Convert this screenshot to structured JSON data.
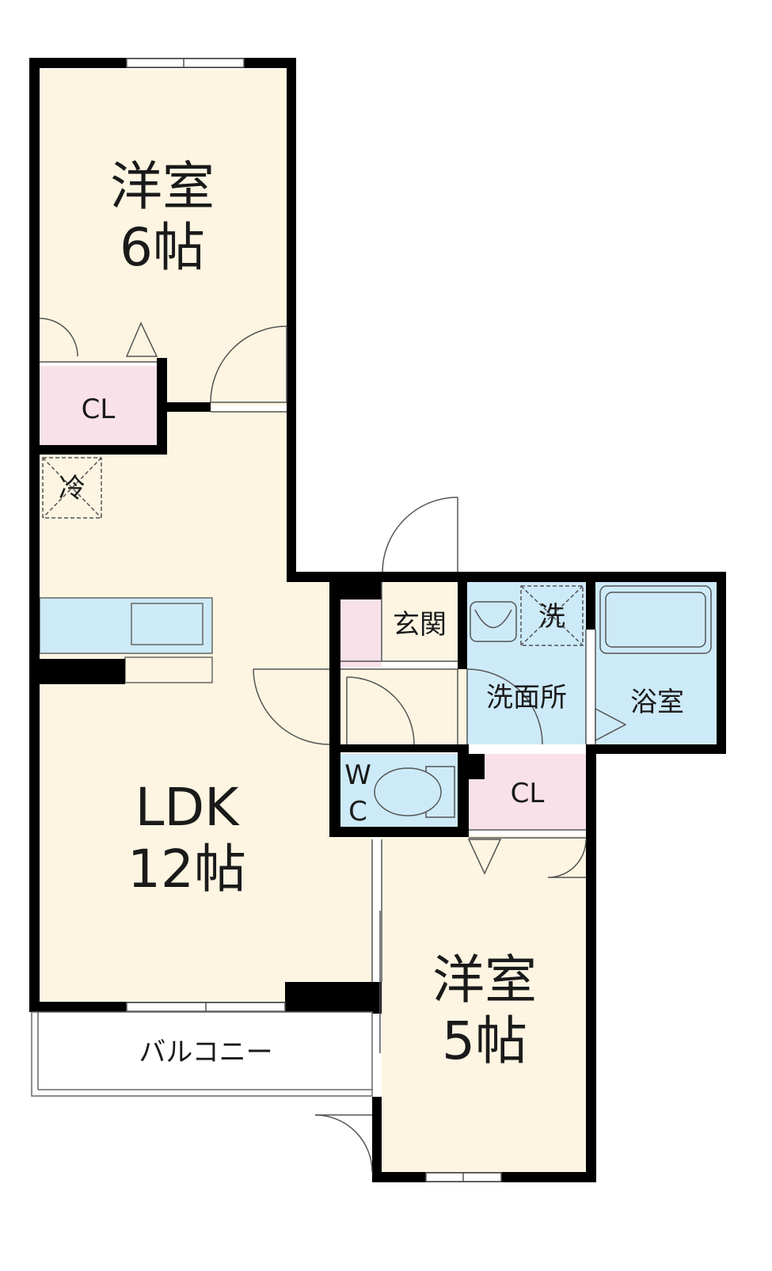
{
  "floor_plan": {
    "rooms": {
      "western_room_6": {
        "name": "洋室",
        "size": "6帖"
      },
      "closet_upper": {
        "name": "CL"
      },
      "fridge": {
        "name": "冷"
      },
      "ldk": {
        "name": "LDK",
        "size": "12帖"
      },
      "entrance": {
        "name": "玄関"
      },
      "washing_machine": {
        "name": "洗"
      },
      "washroom": {
        "name": "洗面所"
      },
      "bathroom": {
        "name": "浴室"
      },
      "wc_w": {
        "name": "W"
      },
      "wc_c": {
        "name": "C"
      },
      "closet_lower": {
        "name": "CL"
      },
      "western_room_5": {
        "name": "洋室",
        "size": "5帖"
      },
      "balcony": {
        "name": "バルコニー"
      }
    },
    "colors": {
      "living": "#fdf5e2",
      "wet_area": "#cdeaf8",
      "closet": "#f9e1ea",
      "wall": "#000000",
      "balcony": "#ffffff"
    }
  }
}
